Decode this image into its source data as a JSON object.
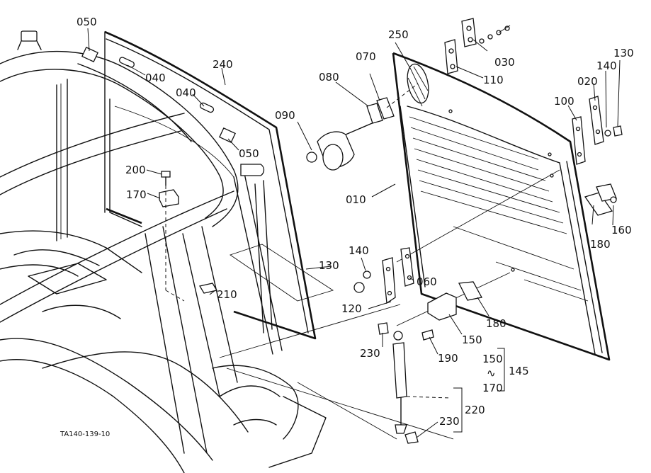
{
  "drawing_id": "TA140-139-10",
  "callouts": {
    "c010": "010",
    "c020": "020",
    "c030": "030",
    "c040a": "040",
    "c040b": "040",
    "c050a": "050",
    "c050b": "050",
    "c060": "060",
    "c070": "070",
    "c080": "080",
    "c090": "090",
    "c100": "100",
    "c110": "110",
    "c120": "120",
    "c130a": "130",
    "c130b": "130",
    "c140a": "140",
    "c140b": "140",
    "c145": "145",
    "c150a": "150",
    "c150b": "150",
    "c160": "160",
    "c170a": "170",
    "c170b": "170",
    "c180a": "180",
    "c180b": "180",
    "c190": "190",
    "c200": "200",
    "c210": "210",
    "c220": "220",
    "c230a": "230",
    "c230b": "230",
    "c240": "240",
    "c250": "250"
  },
  "group_marks": {
    "tilde": "∿"
  }
}
